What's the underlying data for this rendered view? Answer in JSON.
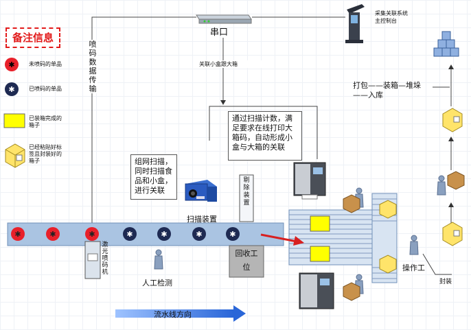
{
  "legend": {
    "title": "备注信息",
    "items": [
      {
        "text": "未喷码的单品"
      },
      {
        "text": "已喷码的单品"
      },
      {
        "text": "已装箱完成的箱子"
      },
      {
        "text": "已经粘贴好标签且封装好的箱子"
      }
    ]
  },
  "labels": {
    "serial_port": "串口",
    "associate_small_big": "关联小盒跟大箱",
    "control_console": "采集关联系统主控制台",
    "spray_data_transfer": "喷码数据传输",
    "scan_count_note": "通过扫描计数，满足要求在线打印大箱码，自动形成小盒与大箱的关联",
    "network_scan_note": "组网扫描，同时扫描食品和小盒，进行关联",
    "scanner": "扫描装置",
    "reject_device": "剔除装置",
    "recycle_station": "回收工位",
    "manual_inspection": "人工检测",
    "printer_device": "激光喷码机",
    "flow_direction": "流水线方向",
    "operator": "操作工",
    "seal": "封装",
    "pack_process": "打包——装箱—堆垛——入库"
  },
  "colors": {
    "conveyor": "#aac4e2",
    "red_item": "#e8202a",
    "dark_item": "#1e2a52",
    "box_yellow": "#ffff00",
    "legend_red": "#e21a1a",
    "arrow_red": "#d82020",
    "flow_arrow": "#2a66d8"
  }
}
